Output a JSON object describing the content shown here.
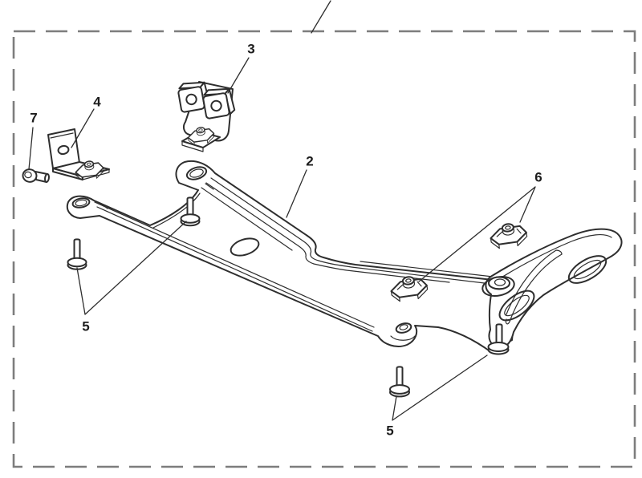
{
  "figure": {
    "type": "exploded-parts-diagram",
    "background_color": "#ffffff",
    "line_color": "#2e2e2e",
    "frame_color": "#7d7d7d",
    "frame_style": "dashed",
    "callouts": {
      "c2": {
        "label": "2"
      },
      "c3": {
        "label": "3"
      },
      "c4": {
        "label": "4"
      },
      "c5_left": {
        "label": "5"
      },
      "c5_bottom": {
        "label": "5"
      },
      "c6": {
        "label": "6"
      },
      "c7": {
        "label": "7"
      }
    }
  }
}
